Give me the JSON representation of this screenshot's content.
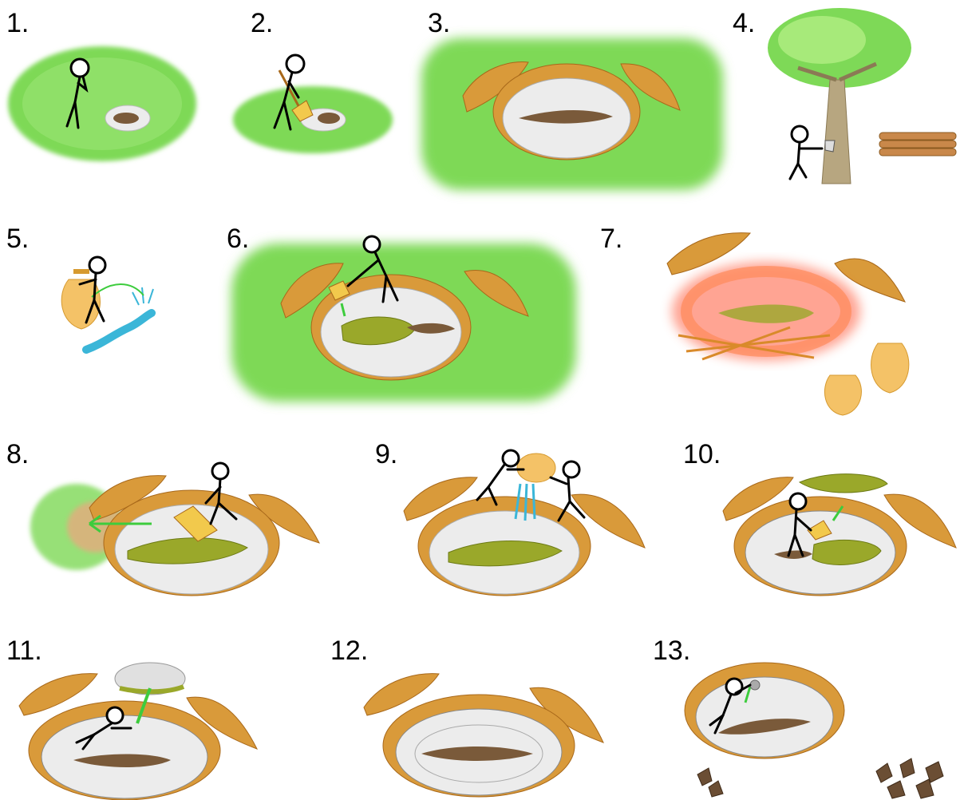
{
  "steps": [
    {
      "label": "1."
    },
    {
      "label": "2."
    },
    {
      "label": "3."
    },
    {
      "label": "4."
    },
    {
      "label": "5."
    },
    {
      "label": "6."
    },
    {
      "label": "7."
    },
    {
      "label": "8."
    },
    {
      "label": "9."
    },
    {
      "label": "10."
    },
    {
      "label": "11."
    },
    {
      "label": "12."
    },
    {
      "label": "13."
    }
  ],
  "colors": {
    "grass": "#7ed957",
    "grass_dark": "#4caf2e",
    "soil": "#d99a3a",
    "soil_edge": "#a8681a",
    "pit": "#ececec",
    "clay": "#7a5a3a",
    "mud": "#9aa82a",
    "water": "#3bb6d8",
    "fire": "#ff5a3a",
    "arrow": "#3dcc3d",
    "shovel": "#f2c94c",
    "pot": "#f4c267",
    "rock": "#6b4e34"
  }
}
